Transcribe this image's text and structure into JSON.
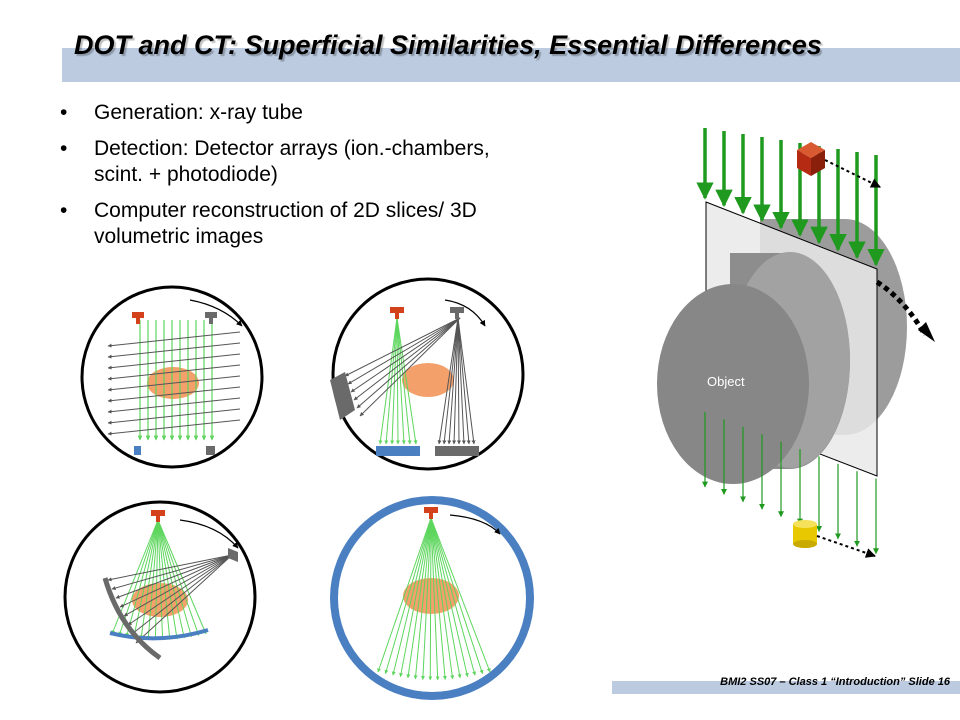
{
  "slide": {
    "title": "DOT and CT: Superficial Similarities, Essential Differences",
    "bullets": [
      {
        "line1": "Generation: x-ray tube",
        "line2": ""
      },
      {
        "line1": "Detection: Detector arrays (ion.-chambers,",
        "line2": "scint. + photodiode)"
      },
      {
        "line1": "Computer reconstruction of 2D slices/ 3D",
        "line2": "volumetric images"
      }
    ],
    "footer": "BMI2 SS07 – Class 1 “Introduction” Slide 16"
  },
  "figure": {
    "object_label": "Object"
  },
  "colors": {
    "title_bar": "#bccbe0",
    "ray_green": "#1f9a1f",
    "light_green": "#5ed65e",
    "source_red": "#d4421b",
    "detector_gray": "#6a6a6a",
    "detector_blue": "#4a7fc1",
    "ring_blue": "#4a7fc1",
    "object_orange": "#f4a06b",
    "detector_yellow": "#e8c800",
    "source_cube_red": "#b52a12"
  }
}
